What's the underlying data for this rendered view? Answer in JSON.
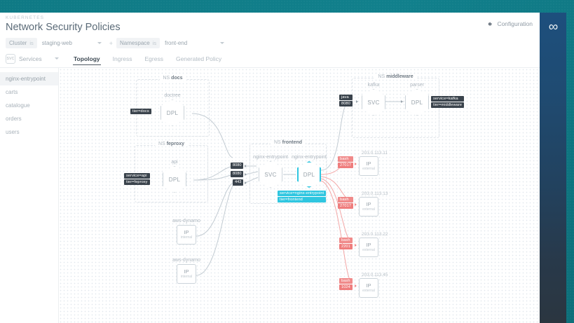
{
  "header": {
    "eyebrow": "KUBERNETES",
    "title": "Network Security Policies",
    "configuration_label": "Configuration",
    "gear_icon": "gear-icon",
    "brand_logo": "weave-infinity-logo"
  },
  "filters": [
    {
      "field": "Cluster",
      "operator": "is",
      "value": "staging-web"
    },
    {
      "field": "Namespace",
      "operator": "is",
      "value": "front-end"
    }
  ],
  "filter_add_label": "+",
  "resource_select": {
    "badge": "SVC",
    "label": "Services"
  },
  "tabs": [
    {
      "label": "Topology",
      "active": true
    },
    {
      "label": "Ingress",
      "active": false
    },
    {
      "label": "Egress",
      "active": false
    },
    {
      "label": "Generated Policy",
      "active": false
    }
  ],
  "sidebar": {
    "items": [
      {
        "label": "nginx-entrypoint",
        "selected": true
      },
      {
        "label": "carts",
        "selected": false
      },
      {
        "label": "catalogue",
        "selected": false
      },
      {
        "label": "orders",
        "selected": false
      },
      {
        "label": "users",
        "selected": false
      }
    ]
  },
  "topology": {
    "namespaces": [
      {
        "id": "ns-docs",
        "prefix": "NS",
        "name": "docs"
      },
      {
        "id": "ns-feproxy",
        "prefix": "NS",
        "name": "feproxy"
      },
      {
        "id": "ns-frontend",
        "prefix": "NS",
        "name": "frontend"
      },
      {
        "id": "ns-middleware",
        "prefix": "NS",
        "name": "middleware"
      }
    ],
    "nodes": {
      "doctree": {
        "title": "doctree",
        "kind": "DPL"
      },
      "api": {
        "title": "api",
        "kind": "DPL"
      },
      "frontend_svc": {
        "title": "nginx-entrypoint",
        "kind": "SVC"
      },
      "frontend_dpl": {
        "title": "nginx-entrypoint",
        "kind": "DPL"
      },
      "kafka": {
        "title": "kafka",
        "kind": "SVC"
      },
      "parser": {
        "title": "parser",
        "kind": "DPL"
      },
      "dynamo_a": {
        "title": "aws-dynamo",
        "kind": "IP",
        "sub": "internal"
      },
      "dynamo_b": {
        "title": "aws-dynamo",
        "kind": "IP",
        "sub": "internal"
      }
    },
    "labels": {
      "docs": [
        "tier=docs"
      ],
      "feproxy": [
        "service=api",
        "tier=feproxy"
      ],
      "frontend": [
        "service=nginx-entrypoint",
        "tier=frontend"
      ],
      "middleware": [
        "service=kafka",
        "tier=middleware"
      ]
    },
    "ports_center": [
      "8080",
      "8080",
      "443"
    ],
    "middleware_in": [
      "java",
      "8080"
    ],
    "externals": [
      {
        "ip": "203.0.113.11",
        "proc": "bash",
        "port": "27017",
        "kind": "IP",
        "sub": "external"
      },
      {
        "ip": "203.0.113.13",
        "proc": "bash",
        "port": "27017",
        "kind": "IP",
        "sub": "external"
      },
      {
        "ip": "203.0.113.22",
        "proc": "bash",
        "port": "2201",
        "kind": "IP",
        "sub": "external"
      },
      {
        "ip": "203.0.113.45",
        "proc": "bash",
        "port": "1024",
        "kind": "IP",
        "sub": "external"
      }
    ]
  },
  "colors": {
    "accent_cyan": "#2fc6e0",
    "label_dark": "#3a434c",
    "external_red": "#f08a8a",
    "page_teal": "#117a86",
    "rail_blue": "#1d4f7d"
  }
}
